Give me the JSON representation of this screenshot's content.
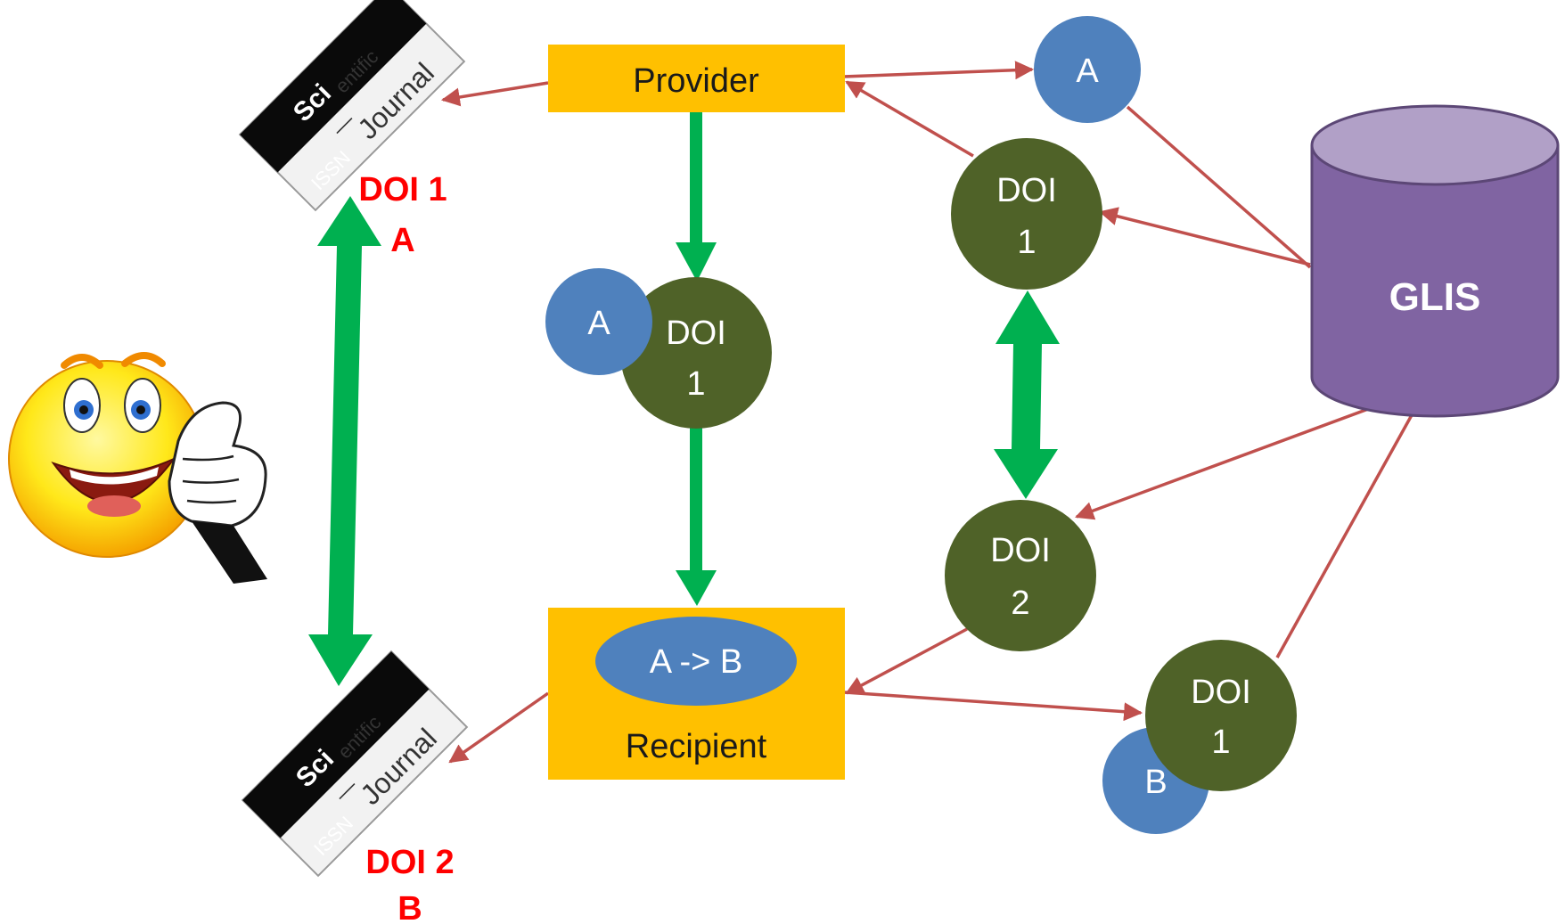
{
  "provider": {
    "label": "Provider"
  },
  "recipient": {
    "label": "Recipient",
    "transfer_label": "A -> B"
  },
  "glis": {
    "label": "GLIS"
  },
  "journal_top": {
    "sci": "Sci",
    "entific": "entific",
    "issn": "ISSN",
    "dash": "—",
    "journal": "Journal",
    "doi": "DOI 1",
    "item": "A"
  },
  "journal_bottom": {
    "sci": "Sci",
    "entific": "entific",
    "issn": "ISSN",
    "dash": "—",
    "journal": "Journal",
    "doi": "DOI 2",
    "item": "B"
  },
  "nodes": {
    "sample_a_top": "A",
    "doi1_right_top": {
      "line1": "DOI",
      "line2": "1"
    },
    "sample_a_mid": "A",
    "doi1_mid": {
      "line1": "DOI",
      "line2": "1"
    },
    "doi2_right": {
      "line1": "DOI",
      "line2": "2"
    },
    "doi1_bottom": {
      "line1": "DOI",
      "line2": "1"
    },
    "sample_b_bottom": "B"
  },
  "colors": {
    "box": "#FFC000",
    "blue_node": "#4F81BD",
    "green_node": "#4F6228",
    "glis": "#8064A2",
    "glis_top": "#B1A0C7",
    "green_arrow": "#00B050",
    "red_arrow": "#C0504D",
    "doi_red": "#FF0000"
  },
  "icons": [
    "smiley-thumbs-up-icon",
    "journal-card-icon"
  ]
}
